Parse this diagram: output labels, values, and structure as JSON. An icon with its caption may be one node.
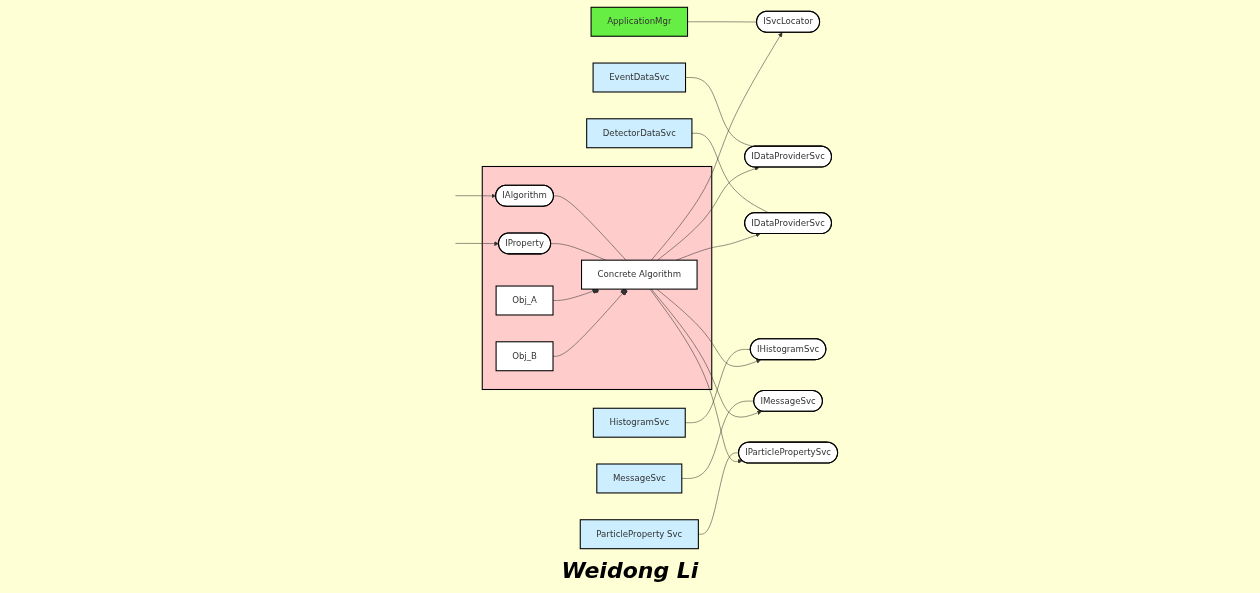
{
  "diagram": {
    "nodes": [
      {
        "text": [
          "ApplicationMgr"
        ]
      },
      {
        "text": [
          "EventDataSvc"
        ]
      },
      {
        "text": [
          "DetectorDataSvc"
        ]
      },
      {
        "text": [
          "HistogramSvc"
        ]
      },
      {
        "text": [
          "MessageSvc"
        ]
      },
      {
        "text": [
          "ParticleProperty Svc"
        ]
      },
      {
        "text": [
          "ISvcLocator"
        ]
      },
      {
        "text": [
          "IDataProviderSvc"
        ]
      },
      {
        "text": [
          "IDataProviderSvc"
        ]
      },
      {
        "text": [
          "IHistogramSvc"
        ]
      },
      {
        "text": [
          "IMessageSvc"
        ]
      },
      {
        "text": [
          "IParticlePropertySvc"
        ]
      },
      {
        "text": [],
        "shape": "box"
      },
      {
        "text": [
          "IAlgorithm"
        ],
        "in": 12
      },
      {
        "text": [
          "IProperty"
        ],
        "in": 12
      },
      {
        "text": [
          "Concrete Algorithm"
        ],
        "in": 12
      },
      {
        "text": [
          "Obj_A"
        ],
        "in": 12
      },
      {
        "text": [
          "Obj_B"
        ],
        "in": 12
      }
    ],
    "edges": [
      {
        "from": 0,
        "to": 6,
        "arrow": "none"
      },
      {
        "from": 1,
        "to": 7,
        "arrow": "none"
      },
      {
        "from": 2,
        "to": 8,
        "arrow": "none"
      },
      {
        "from": 3,
        "to": 9,
        "arrow": "none"
      },
      {
        "from": 4,
        "to": 10,
        "arrow": "none"
      },
      {
        "from": 5,
        "to": 11,
        "arrow": "none"
      },
      {
        "from": 15,
        "to": 6,
        "arrow": "to"
      },
      {
        "from": 15,
        "to": 7,
        "arrow": "to"
      },
      {
        "from": 15,
        "to": 8,
        "arrow": "to"
      },
      {
        "from": 15,
        "to": 9,
        "arrow": "to"
      },
      {
        "from": 15,
        "to": 10,
        "arrow": "to"
      },
      {
        "from": 15,
        "to": 11,
        "arrow": "to"
      },
      {
        "from": 13,
        "to": 15,
        "arrow": "none"
      },
      {
        "from": 14,
        "to": 15,
        "arrow": "none"
      },
      {
        "from": 15,
        "to": 16,
        "arrow": "other"
      },
      {
        "from": 15,
        "to": 17,
        "arrow": "other"
      },
      {
        "from": null,
        "to": 13,
        "arrow": "to"
      },
      {
        "from": null,
        "to": 14,
        "arrow": "to"
      }
    ],
    "labels": [
      "Weidong Li"
    ]
  }
}
